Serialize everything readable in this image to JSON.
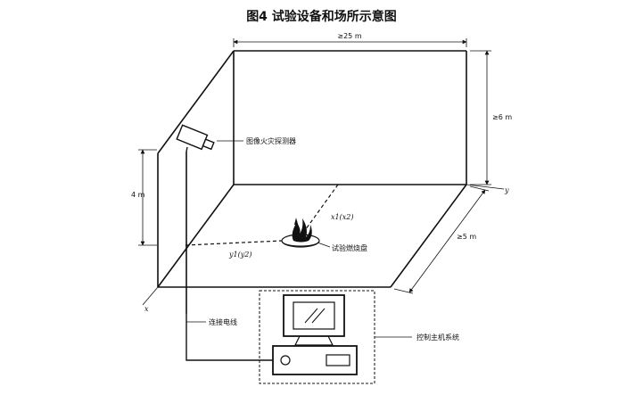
{
  "title": "图4 试验设备和场所示意图",
  "dimensions": {
    "length": "≥25 m",
    "height": "≥6 m",
    "width": "≥5 m",
    "mount_height": "4 m"
  },
  "axes": {
    "x": "x",
    "y": "y",
    "x1x2": "x1(x2)",
    "y1y2": "y1(y2)"
  },
  "labels": {
    "detector": "图像火灾探测器",
    "fire_pan": "试验燃烧盘",
    "cable": "连接电线",
    "control": "控制主机系统"
  }
}
